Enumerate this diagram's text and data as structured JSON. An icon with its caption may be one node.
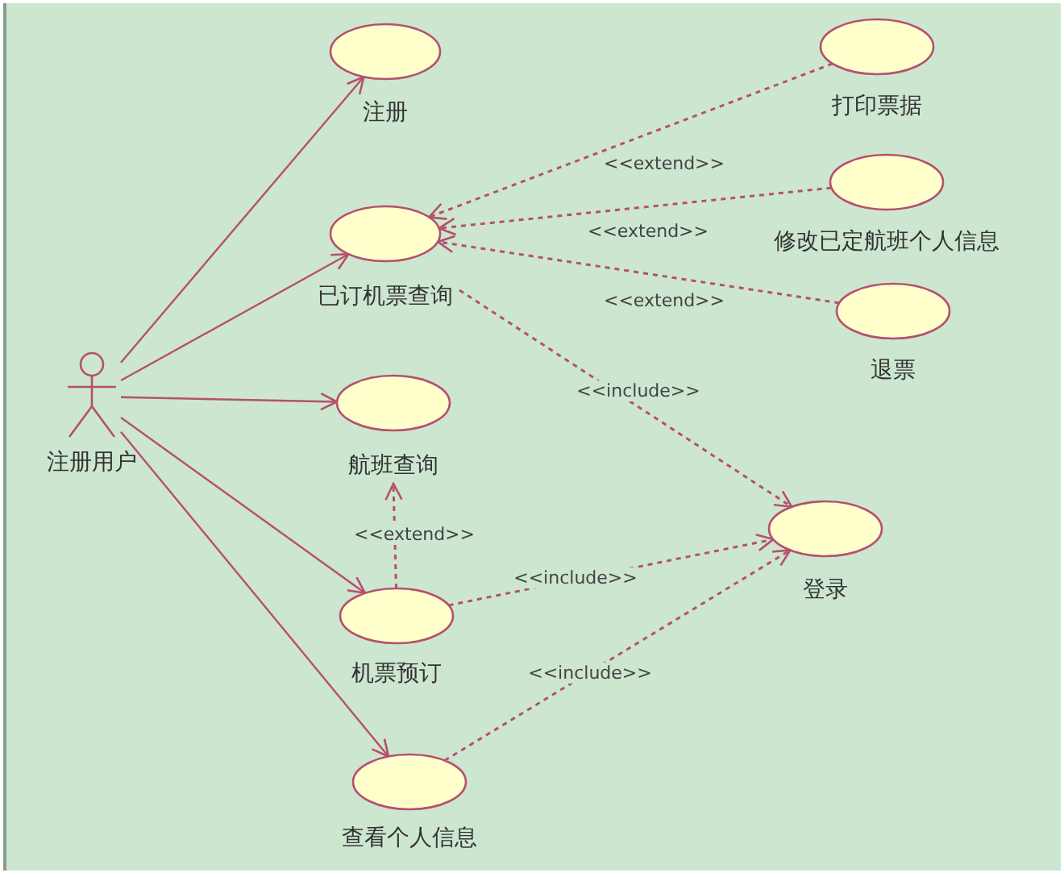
{
  "diagram": {
    "nodes": [
      {
        "text": [
          "注册"
        ]
      },
      {
        "text": [
          "打印票据"
        ]
      },
      {
        "text": [
          "已订机票查询"
        ]
      },
      {
        "text": [
          "修改已定航班个人信息"
        ]
      },
      {
        "text": [
          "退票"
        ]
      },
      {
        "text": [
          "注册用户"
        ]
      },
      {
        "text": [
          "航班查询"
        ]
      },
      {
        "text": [
          "登录"
        ]
      },
      {
        "text": [
          "机票预订"
        ]
      },
      {
        "text": [
          "查看个人信息"
        ]
      }
    ],
    "edges": [
      {
        "from": 5,
        "to": 0,
        "arrow": "to"
      },
      {
        "from": 5,
        "to": 2,
        "arrow": "to"
      },
      {
        "from": 5,
        "to": 6,
        "arrow": "to"
      },
      {
        "from": 5,
        "to": 8,
        "arrow": "to"
      },
      {
        "from": 5,
        "to": 9,
        "arrow": "to"
      },
      {
        "from": 1,
        "to": 2,
        "arrow": "to",
        "style": "dashed",
        "label": "<<extend>>"
      },
      {
        "from": 3,
        "to": 2,
        "arrow": "to",
        "style": "dashed",
        "label": "<<extend>>"
      },
      {
        "from": 4,
        "to": 2,
        "arrow": "to",
        "style": "dashed",
        "label": "<<extend>>"
      },
      {
        "from": 2,
        "to": 7,
        "arrow": "to",
        "style": "dashed",
        "label": "<<include>>"
      },
      {
        "from": 8,
        "to": 6,
        "arrow": "to",
        "style": "dashed",
        "label": "<<extend>>"
      },
      {
        "from": 8,
        "to": 7,
        "arrow": "to",
        "style": "dashed",
        "label": "<<include>>"
      },
      {
        "from": 9,
        "to": 7,
        "arrow": "to",
        "style": "dashed",
        "label": "<<include>>"
      }
    ]
  }
}
